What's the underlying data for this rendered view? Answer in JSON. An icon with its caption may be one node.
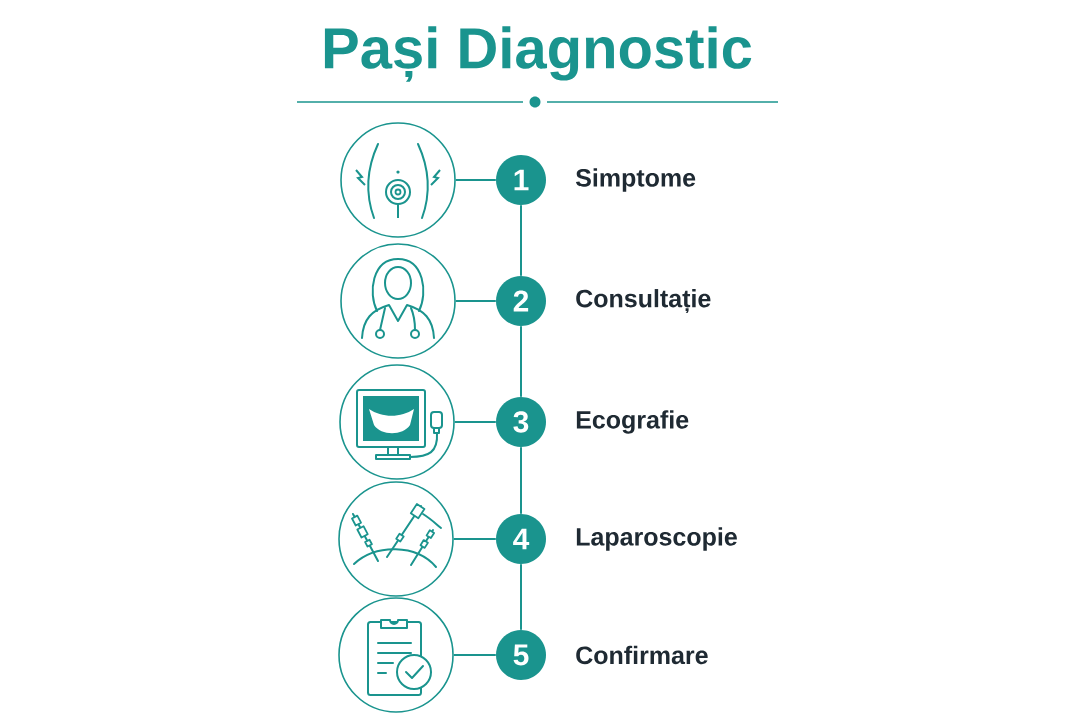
{
  "diagram": {
    "title": "Pași Diagnostic",
    "nodes": [
      {
        "text": [],
        "shape": "circle"
      },
      {
        "text": [
          "1"
        ],
        "beside": [
          "Simptome"
        ]
      },
      {
        "text": [],
        "shape": "circle"
      },
      {
        "text": [
          "2"
        ],
        "beside": [
          "Consultație"
        ]
      },
      {
        "text": [],
        "shape": "circle"
      },
      {
        "text": [
          "3"
        ],
        "beside": [
          "Ecografie"
        ]
      },
      {
        "text": [],
        "shape": "circle"
      },
      {
        "text": [
          "4"
        ],
        "beside": [
          "Laparoscopie"
        ]
      },
      {
        "text": [],
        "shape": "circle"
      },
      {
        "text": [
          "5"
        ],
        "beside": [
          "Confirmare"
        ]
      }
    ],
    "edges": [
      {
        "from": 0,
        "to": 1,
        "arrow": "none"
      },
      {
        "from": 1,
        "to": 3,
        "arrow": "none"
      },
      {
        "from": 2,
        "to": 3,
        "arrow": "none"
      },
      {
        "from": 3,
        "to": 5,
        "arrow": "none"
      },
      {
        "from": 4,
        "to": 5,
        "arrow": "none"
      },
      {
        "from": 5,
        "to": 7,
        "arrow": "none"
      },
      {
        "from": 6,
        "to": 7,
        "arrow": "none"
      },
      {
        "from": 7,
        "to": 9,
        "arrow": "none"
      },
      {
        "from": 8,
        "to": 9,
        "arrow": "none"
      }
    ]
  }
}
